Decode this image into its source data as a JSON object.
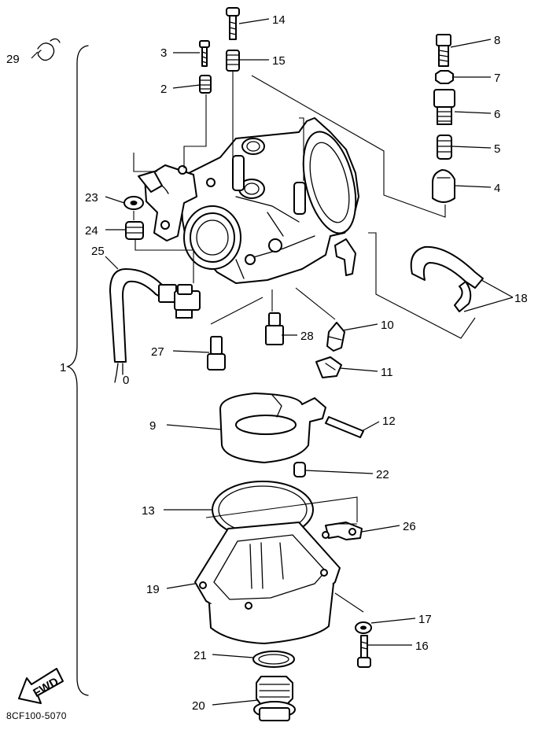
{
  "drawing_code": "8CF100-5070",
  "fwd_label": "FWD",
  "assembly_number": "1",
  "callouts": {
    "c2": "2",
    "c3": "3",
    "c4": "4",
    "c5": "5",
    "c6": "6",
    "c7": "7",
    "c8": "8",
    "c9": "9",
    "c10": "10",
    "c11": "11",
    "c12": "12",
    "c13": "13",
    "c14": "14",
    "c15": "15",
    "c16": "16",
    "c17": "17",
    "c18": "18",
    "c19": "19",
    "c20": "20",
    "c21": "21",
    "c22": "22",
    "c23": "23",
    "c24": "24",
    "c25": "25",
    "c26": "26",
    "c27": "27",
    "c28": "28",
    "c29": "29"
  },
  "wire_end_label": "0"
}
